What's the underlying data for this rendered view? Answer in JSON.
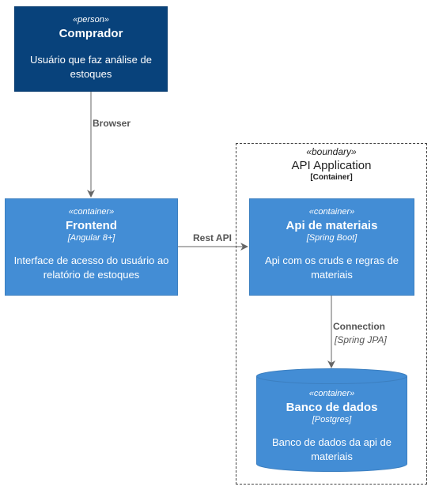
{
  "person": {
    "stereotype": "«person»",
    "title": "Comprador",
    "description": "Usuário que faz análise de estoques"
  },
  "frontend": {
    "stereotype": "«container»",
    "title": "Frontend",
    "technology": "[Angular 8+]",
    "description": "Interface de acesso do usuário ao relatório de estoques"
  },
  "boundary": {
    "stereotype": "«boundary»",
    "title": "API Application",
    "subtitle": "[Container]"
  },
  "api": {
    "stereotype": "«container»",
    "title": "Api de materiais",
    "technology": "[Spring Boot]",
    "description": "Api com os cruds e regras de materiais"
  },
  "database": {
    "stereotype": "«container»",
    "title": "Banco de dados",
    "technology": "[Postgres]",
    "description": "Banco de dados da api de materiais"
  },
  "relations": {
    "browser": "Browser",
    "rest_api": "Rest API",
    "connection": "Connection",
    "connection_tech": "[Spring JPA]"
  },
  "colors": {
    "person": "#08427b",
    "container": "#438dd5",
    "edge": "#666666"
  }
}
